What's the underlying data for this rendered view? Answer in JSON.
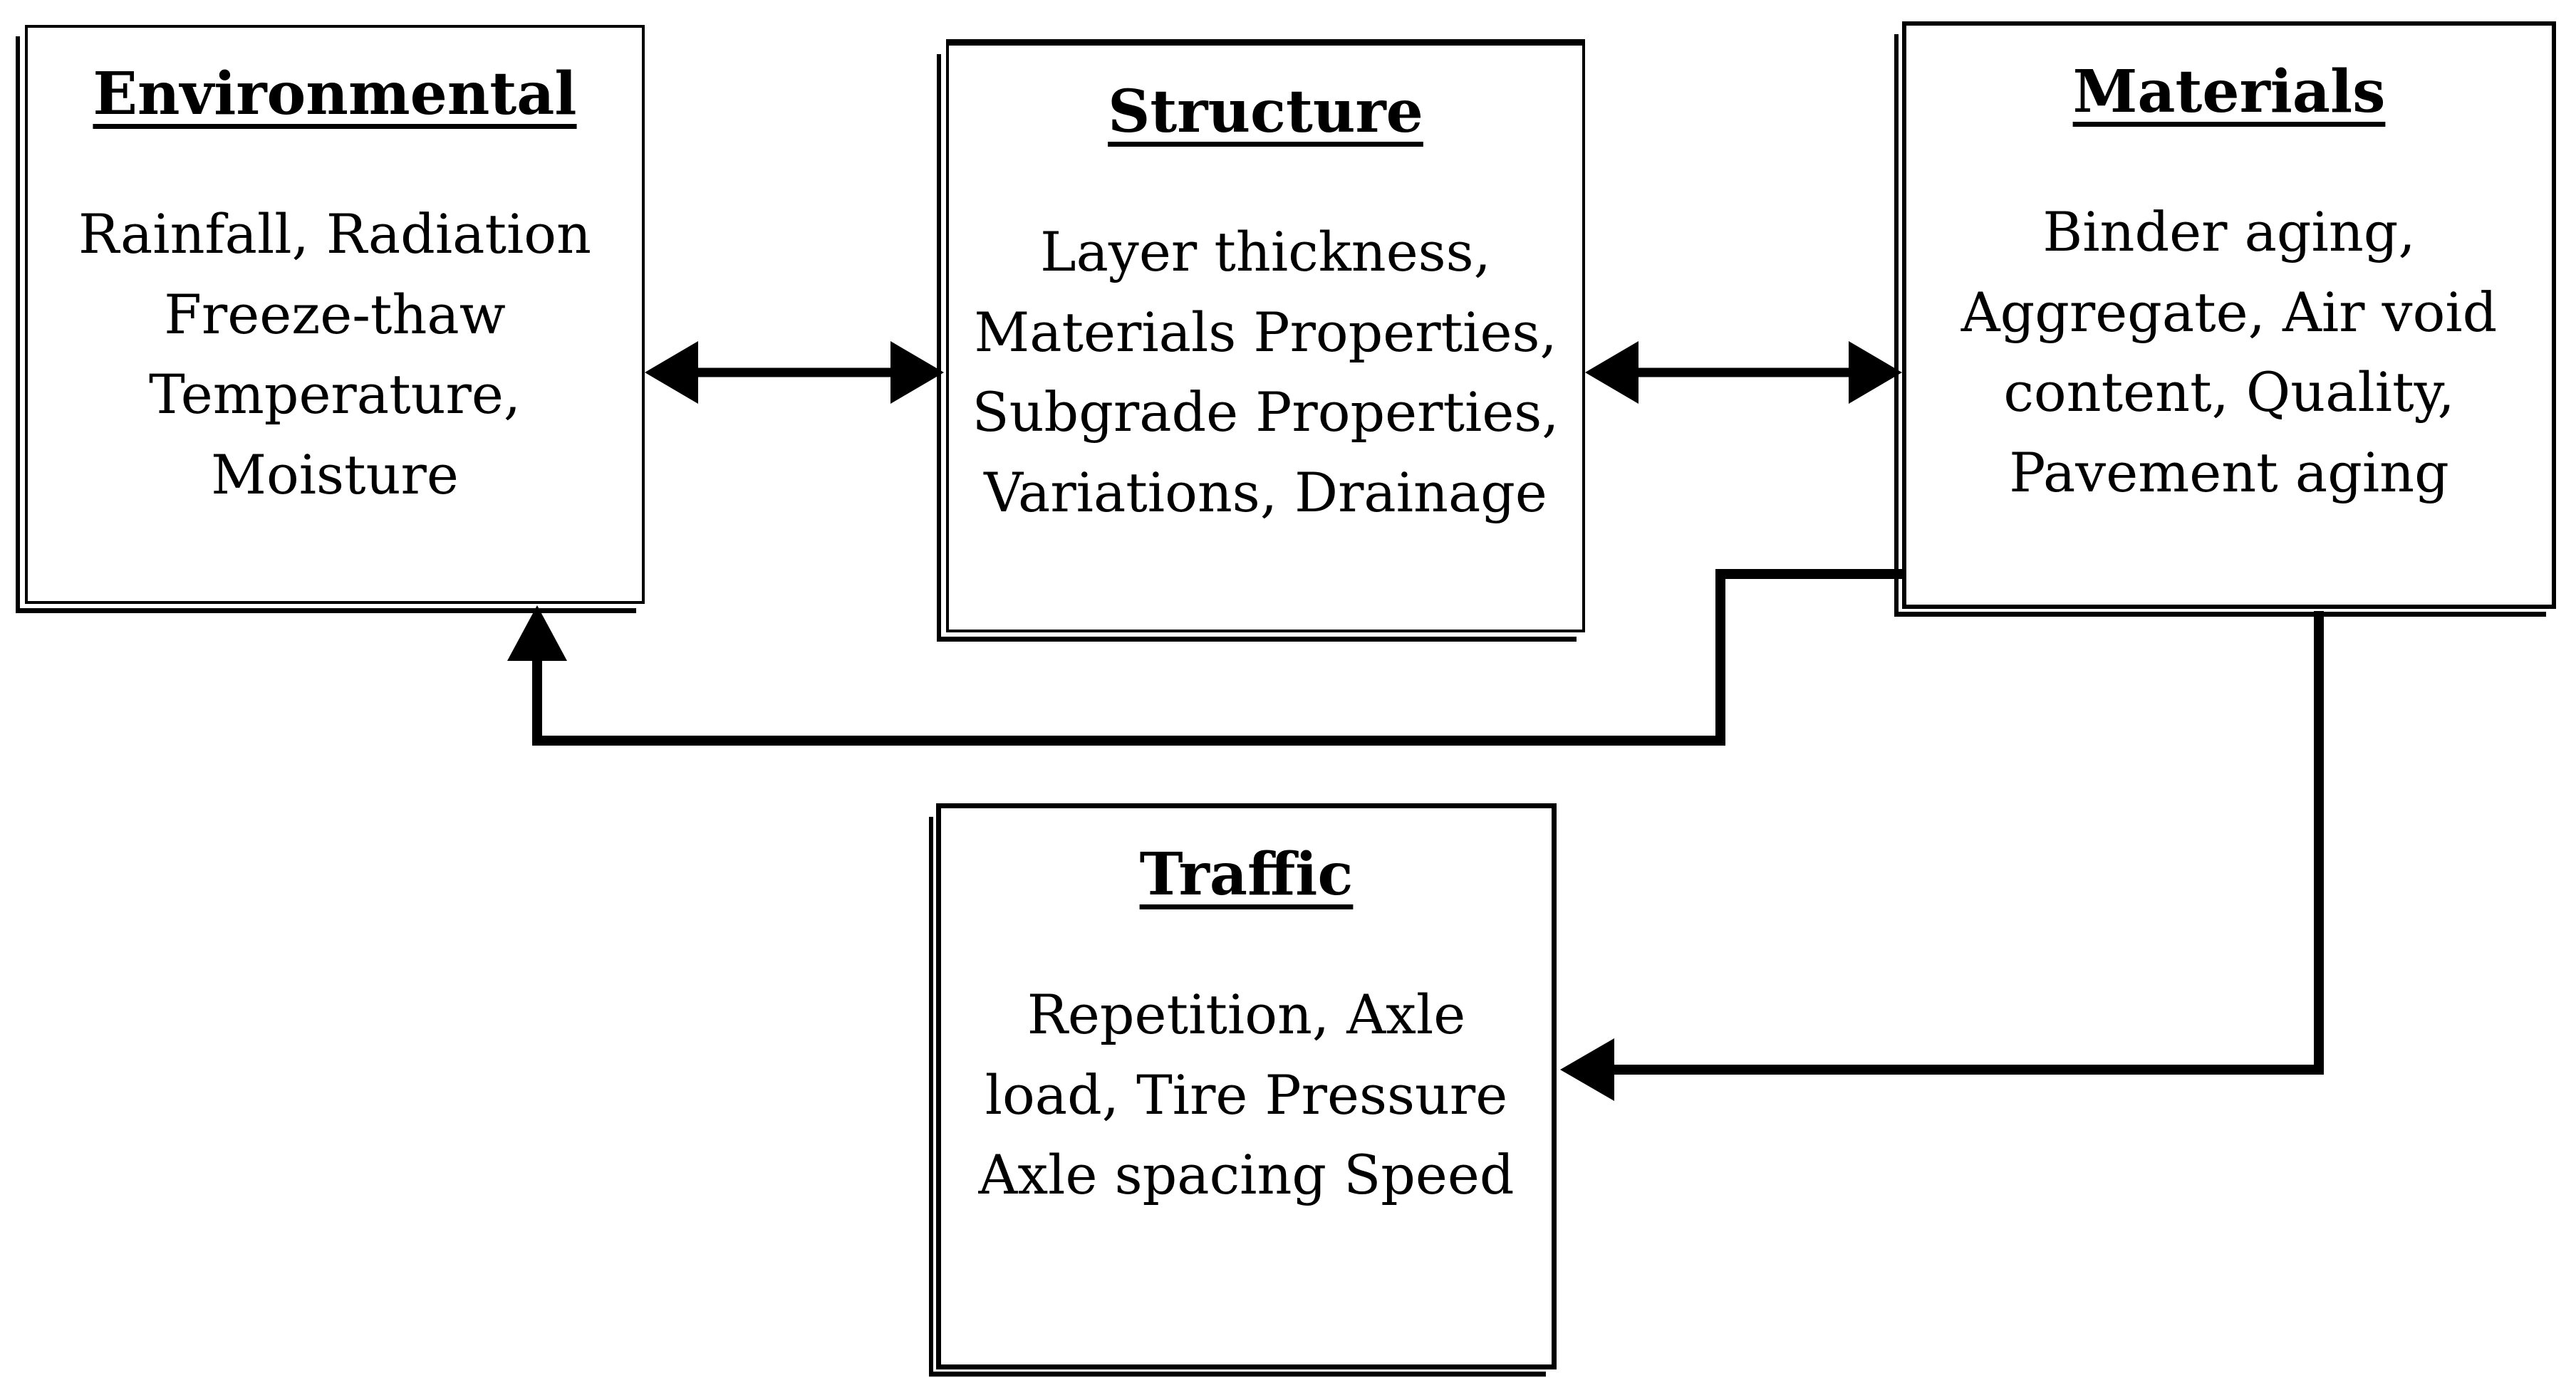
{
  "diagram": {
    "background": "#ffffff",
    "line_color": "#000000",
    "boxes": {
      "environmental": {
        "title": "Environmental",
        "body": "Rainfall, Radiation\nFreeze-thaw\nTemperature,\nMoisture"
      },
      "structure": {
        "title": "Structure",
        "body": "Layer thickness,\nMaterials Properties,\nSubgrade Properties,\nVariations, Drainage"
      },
      "materials": {
        "title": "Materials",
        "body": "Binder aging,\nAggregate, Air void\ncontent, Quality,\nPavement aging"
      },
      "traffic": {
        "title": "Traffic",
        "body": "Repetition, Axle\nload, Tire Pressure\nAxle spacing Speed"
      }
    },
    "arrows": [
      {
        "from": "Environmental",
        "to": "Structure",
        "type": "double-headed"
      },
      {
        "from": "Structure",
        "to": "Materials",
        "type": "double-headed"
      },
      {
        "from": "Materials",
        "to": "Environmental",
        "type": "single-headed"
      },
      {
        "from": "Materials",
        "to": "Traffic",
        "type": "single-headed"
      }
    ]
  }
}
